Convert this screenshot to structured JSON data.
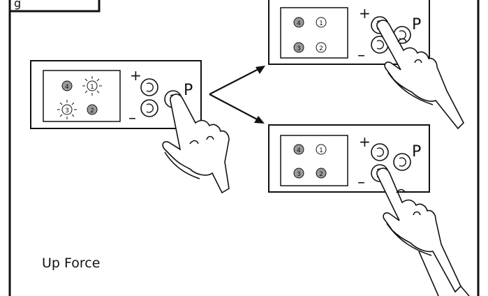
{
  "header_box": {
    "label": "g"
  },
  "caption": "Up Force",
  "control_panel": {
    "plus_symbol": "+",
    "minus_symbol": "–",
    "program_key": "P",
    "leds": [
      "4",
      "1",
      "3",
      "2"
    ]
  },
  "panels": [
    {
      "id": "start",
      "blinking_leds": [
        "1",
        "3"
      ],
      "shaded_leds": [
        "4",
        "2"
      ],
      "pressed_key": "P"
    },
    {
      "id": "result-up",
      "shaded_leds": [
        "4",
        "3"
      ],
      "pressed_key": "+"
    },
    {
      "id": "result-down",
      "shaded_leds": [
        "4",
        "3",
        "2"
      ],
      "pressed_key": "-"
    }
  ],
  "colors": {
    "line": "#111111",
    "led_fill": "#9a9a9a",
    "background": "#ffffff"
  }
}
